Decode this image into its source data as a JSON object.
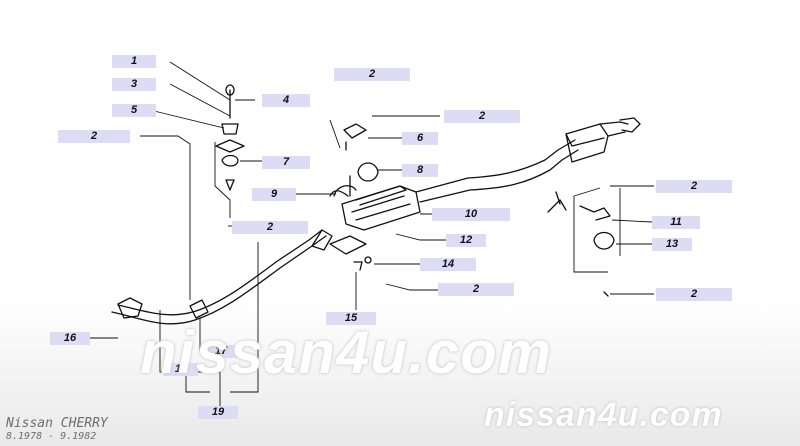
{
  "labels": [
    {
      "id": "l1",
      "text": "1"
    },
    {
      "id": "l3",
      "text": "3"
    },
    {
      "id": "l5",
      "text": "5"
    },
    {
      "id": "l2a",
      "text": "2"
    },
    {
      "id": "l4",
      "text": "4"
    },
    {
      "id": "l7",
      "text": "7"
    },
    {
      "id": "l9",
      "text": "9"
    },
    {
      "id": "l2b",
      "text": "2"
    },
    {
      "id": "l16",
      "text": "16"
    },
    {
      "id": "l17",
      "text": "17"
    },
    {
      "id": "l18",
      "text": "18"
    },
    {
      "id": "l19",
      "text": "19"
    },
    {
      "id": "l2c",
      "text": "2"
    },
    {
      "id": "l2d",
      "text": "2"
    },
    {
      "id": "l6",
      "text": "6"
    },
    {
      "id": "l8",
      "text": "8"
    },
    {
      "id": "l10",
      "text": "10"
    },
    {
      "id": "l12",
      "text": "12"
    },
    {
      "id": "l14",
      "text": "14"
    },
    {
      "id": "l2e",
      "text": "2"
    },
    {
      "id": "l15",
      "text": "15"
    },
    {
      "id": "l2f",
      "text": "2"
    },
    {
      "id": "l11",
      "text": "11"
    },
    {
      "id": "l13",
      "text": "13"
    },
    {
      "id": "l2g",
      "text": "2"
    }
  ],
  "watermark_center": "nissan4u.com",
  "watermark_corner": "nissan4u.com",
  "model_name": "Nissan CHERRY",
  "model_years": "8.1978 - 9.1982"
}
